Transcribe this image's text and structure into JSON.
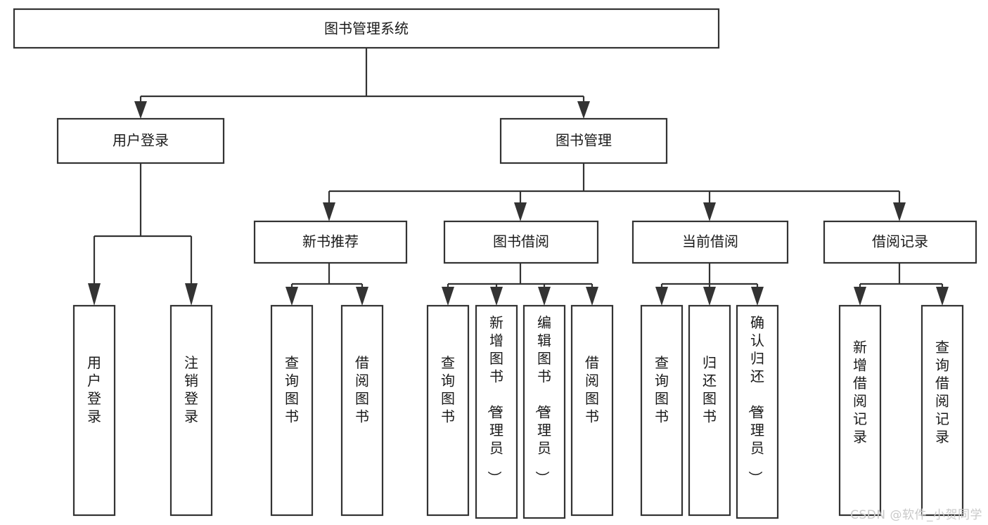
{
  "diagram": {
    "type": "tree-hierarchy",
    "title": "图书管理系统",
    "root": {
      "id": "root",
      "label": "图书管理系统"
    },
    "level1": [
      {
        "id": "user-login",
        "label": "用户登录"
      },
      {
        "id": "book-management",
        "label": "图书管理"
      }
    ],
    "level2": [
      {
        "id": "new-book-recommend",
        "label": "新书推荐",
        "parent": "book-management"
      },
      {
        "id": "book-borrow",
        "label": "图书借阅",
        "parent": "book-management"
      },
      {
        "id": "current-borrow",
        "label": "当前借阅",
        "parent": "book-management"
      },
      {
        "id": "borrow-record",
        "label": "借阅记录",
        "parent": "book-management"
      }
    ],
    "leaves": [
      {
        "id": "leaf-user-login",
        "label": "用户登录",
        "parent": "user-login"
      },
      {
        "id": "leaf-logout",
        "label": "注销登录",
        "parent": "user-login"
      },
      {
        "id": "leaf-query-book-1",
        "label": "查询图书",
        "parent": "new-book-recommend"
      },
      {
        "id": "leaf-borrow-book-1",
        "label": "借阅图书",
        "parent": "new-book-recommend"
      },
      {
        "id": "leaf-query-book-2",
        "label": "查询图书",
        "parent": "book-borrow"
      },
      {
        "id": "leaf-add-book",
        "label": "新增图书（管理员）",
        "parent": "book-borrow"
      },
      {
        "id": "leaf-edit-book",
        "label": "编辑图书（管理员）",
        "parent": "book-borrow"
      },
      {
        "id": "leaf-borrow-book-2",
        "label": "借阅图书",
        "parent": "book-borrow"
      },
      {
        "id": "leaf-query-book-3",
        "label": "查询图书",
        "parent": "current-borrow"
      },
      {
        "id": "leaf-return-book",
        "label": "归还图书",
        "parent": "current-borrow"
      },
      {
        "id": "leaf-confirm-return",
        "label": "确认归还（管理员）",
        "parent": "current-borrow"
      },
      {
        "id": "leaf-add-record",
        "label": "新增借阅记录",
        "parent": "borrow-record"
      },
      {
        "id": "leaf-query-record",
        "label": "查询借阅记录",
        "parent": "borrow-record"
      }
    ],
    "colors": {
      "stroke": "#333333",
      "fill": "#ffffff",
      "text": "#1a1a1a",
      "watermark": "#c9c9c9"
    }
  },
  "watermark": {
    "text": "CSDN @软件_小贺同学"
  }
}
